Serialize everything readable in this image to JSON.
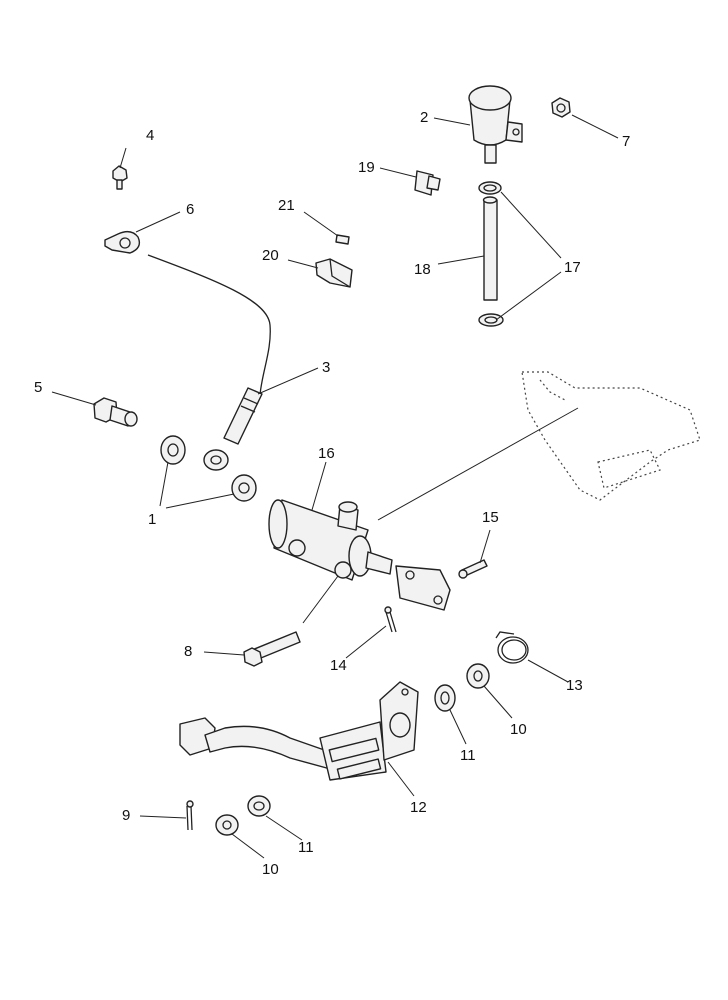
{
  "callouts": {
    "c1": "1",
    "c2": "2",
    "c3": "3",
    "c4": "4",
    "c5": "5",
    "c6": "6",
    "c7": "7",
    "c8": "8",
    "c9": "9",
    "c10a": "10",
    "c10b": "10",
    "c11a": "11",
    "c11b": "11",
    "c12": "12",
    "c13": "13",
    "c14": "14",
    "c15": "15",
    "c16": "16",
    "c17": "17",
    "c18": "18",
    "c19": "19",
    "c20": "20",
    "c21": "21"
  }
}
